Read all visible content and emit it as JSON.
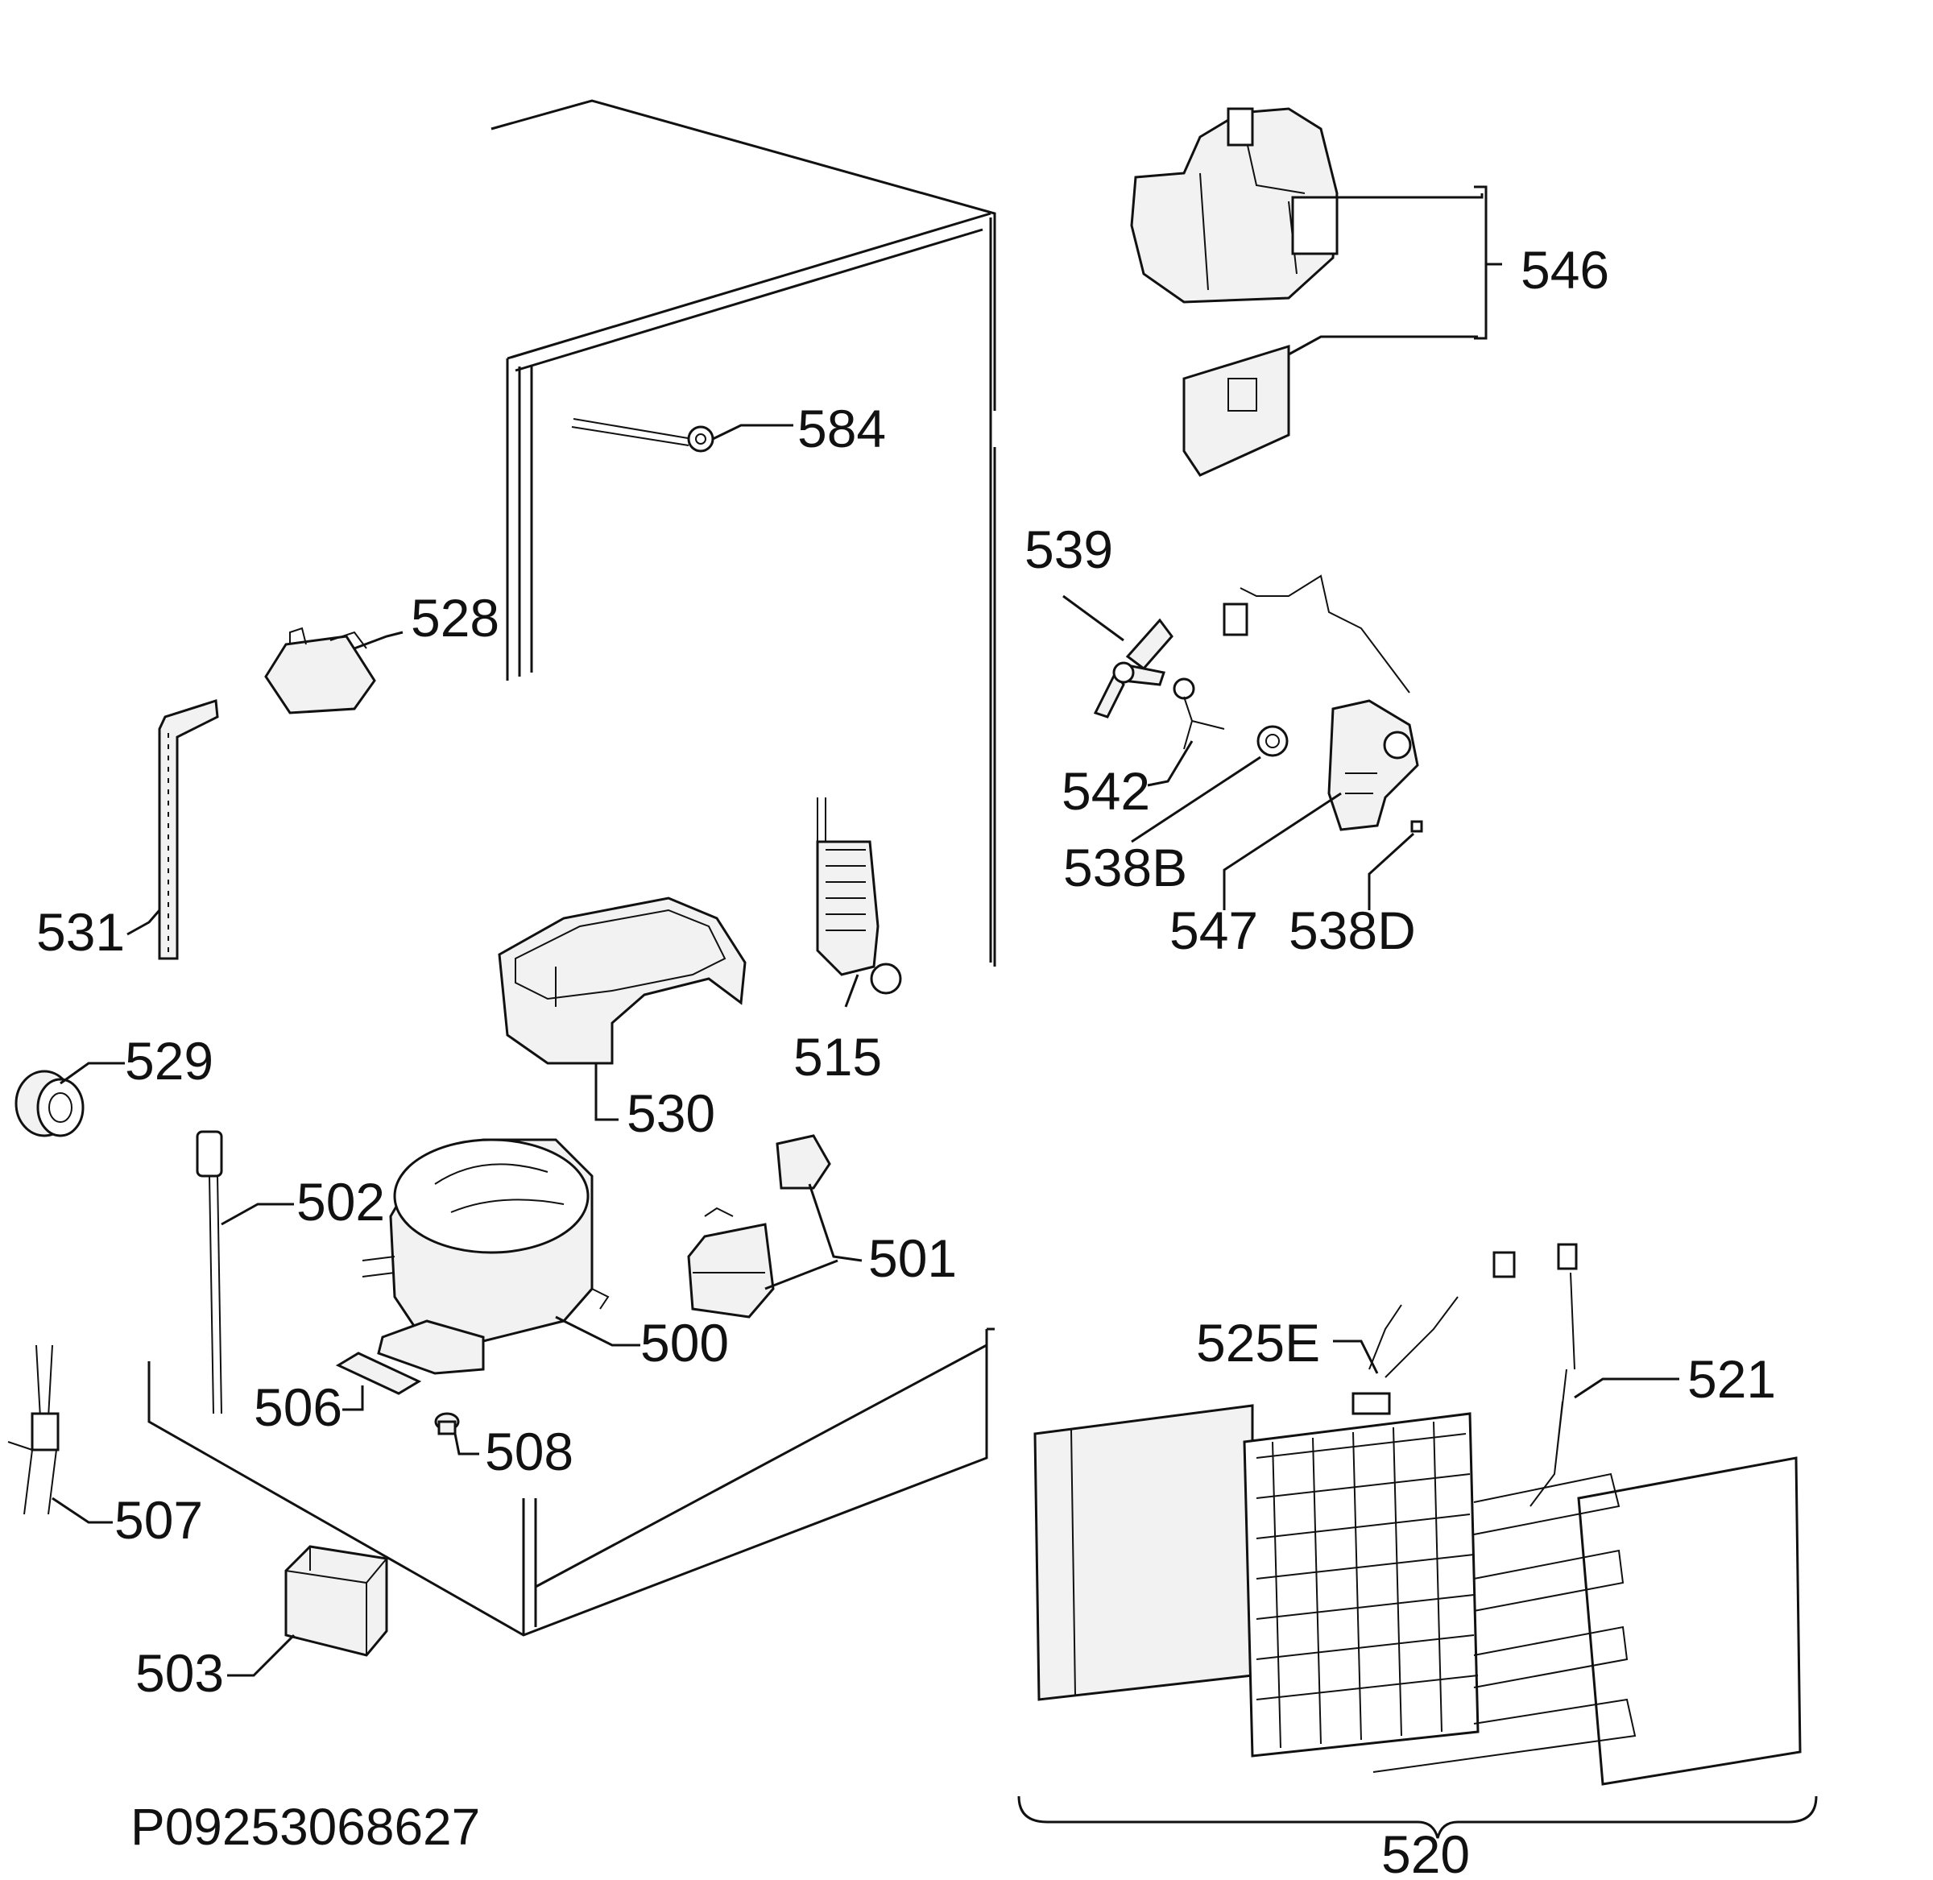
{
  "drawing_code": "P09253068627",
  "labels": {
    "l500": "500",
    "l501": "501",
    "l502": "502",
    "l503": "503",
    "l506": "506",
    "l507": "507",
    "l508": "508",
    "l515": "515",
    "l520": "520",
    "l521": "521",
    "l525E": "525E",
    "l528": "528",
    "l529": "529",
    "l530": "530",
    "l531": "531",
    "l538B": "538B",
    "l538D": "538D",
    "l539": "539",
    "l542": "542",
    "l546": "546",
    "l547": "547",
    "l584": "584"
  }
}
